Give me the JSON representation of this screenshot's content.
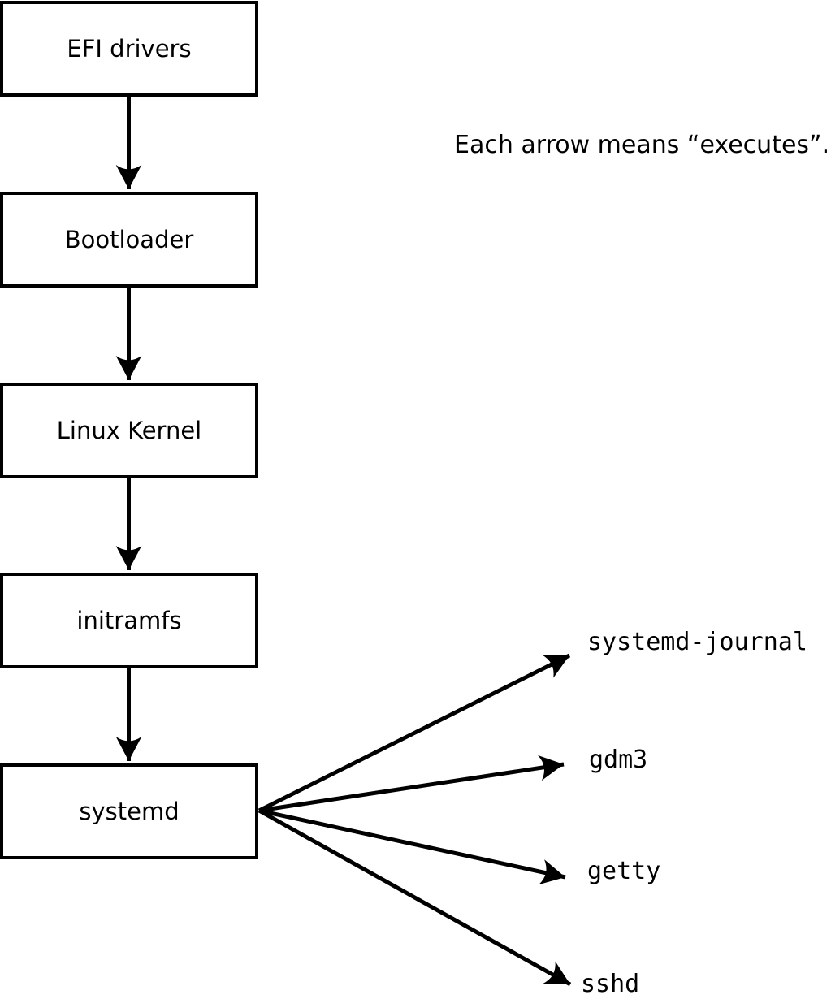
{
  "note": {
    "text": "Each arrow means “executes”."
  },
  "colors": {
    "foreground": "#000000",
    "background": "#ffffff"
  },
  "flow": {
    "boxes": [
      {
        "id": "efi-drivers",
        "label": "EFI drivers"
      },
      {
        "id": "bootloader",
        "label": "Bootloader"
      },
      {
        "id": "linux-kernel",
        "label": "Linux Kernel"
      },
      {
        "id": "initramfs",
        "label": "initramfs"
      },
      {
        "id": "systemd",
        "label": "systemd"
      }
    ]
  },
  "children": [
    {
      "label": "systemd-journal"
    },
    {
      "label": "gdm3"
    },
    {
      "label": "getty"
    },
    {
      "label": "sshd"
    }
  ]
}
